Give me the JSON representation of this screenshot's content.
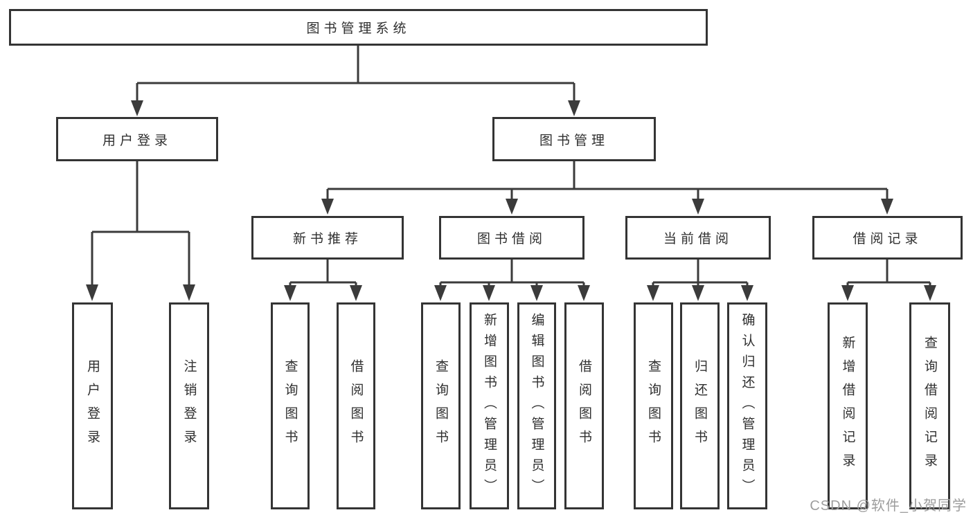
{
  "root": {
    "label": "图书管理系统"
  },
  "branches": {
    "user_login": {
      "label": "用户登录",
      "children": [
        {
          "label": "用户登录"
        },
        {
          "label": "注销登录"
        }
      ]
    },
    "book_mgmt": {
      "label": "图书管理",
      "children": [
        {
          "label": "新书推荐",
          "children": [
            {
              "label": "查询图书"
            },
            {
              "label": "借阅图书"
            }
          ]
        },
        {
          "label": "图书借阅",
          "children": [
            {
              "label": "查询图书"
            },
            {
              "label": "新增图书（管理员）"
            },
            {
              "label": "编辑图书（管理员）"
            },
            {
              "label": "借阅图书"
            }
          ]
        },
        {
          "label": "当前借阅",
          "children": [
            {
              "label": "查询图书"
            },
            {
              "label": "归还图书"
            },
            {
              "label": "确认归还（管理员）"
            }
          ]
        },
        {
          "label": "借阅记录",
          "children": [
            {
              "label": "新增借阅记录"
            },
            {
              "label": "查询借阅记录"
            }
          ]
        }
      ]
    }
  },
  "watermark": "CSDN @软件_小贺同学",
  "colors": {
    "line": "#3b3b3b",
    "box_border": "#343434",
    "text": "#2f2f2f",
    "watermark": "#9d9d9d",
    "background": "#ffffff"
  }
}
